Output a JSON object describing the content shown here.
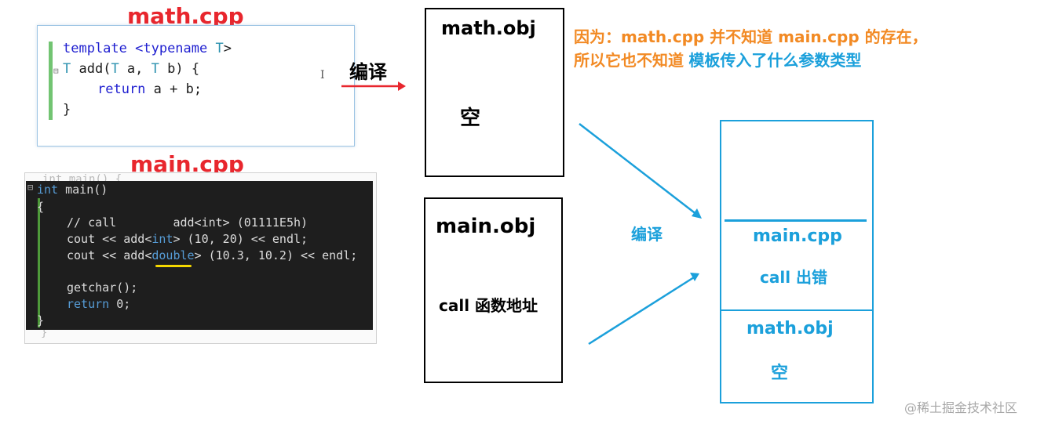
{
  "math_cpp": {
    "title": "math.cpp",
    "code": {
      "l1_a": "template <",
      "l1_b": "typename",
      "l1_c": " ",
      "l1_d": "T",
      "l1_e": ">",
      "l2_a": "T",
      "l2_b": " add(",
      "l2_c": "T",
      "l2_d": " a, ",
      "l2_e": "T",
      "l2_f": " b) {",
      "l3_a": "return",
      "l3_b": " a + b;",
      "l4": "}"
    },
    "cursor_glyph": "I"
  },
  "compile_label_1": "编译",
  "main_cpp": {
    "title": "main.cpp",
    "ghost_line": "int main() {",
    "ghost_end": "}",
    "code": {
      "l1_a": "int",
      "l1_b": " main()",
      "l2": "{",
      "l3": "// call        add<int> (01111E5h)",
      "l4_a": "cout << add<",
      "l4_b": "int",
      "l4_c": "> (10, 20) << endl;",
      "l5_a": "cout << add<",
      "l5_b": "double",
      "l5_c": "> (10.3, 10.2) << endl;",
      "l6": "getchar();",
      "l7_a": "return",
      "l7_b": " 0;",
      "l8": "}"
    }
  },
  "math_obj_box": {
    "title": "math.obj",
    "body": "空"
  },
  "main_obj_box": {
    "title": "main.obj",
    "body": "call 函数地址"
  },
  "note": {
    "line1": "因为：math.cpp 并不知道 main.cpp 的存在，",
    "line2_orange": "所以它也不知道",
    "line2_blue": "模板传入了什么参数类型"
  },
  "compile_label_2": "编译",
  "exe_box": {
    "main_section_title": "main.cpp",
    "main_section_body": "call 出错",
    "math_section_title": "math.obj",
    "math_section_body": "空"
  },
  "watermark": "@稀土掘金技术社区",
  "colors": {
    "red": "#e8262d",
    "blue": "#1ba0db",
    "orange": "#f28a24",
    "yellow_underline": "#f5d800"
  }
}
